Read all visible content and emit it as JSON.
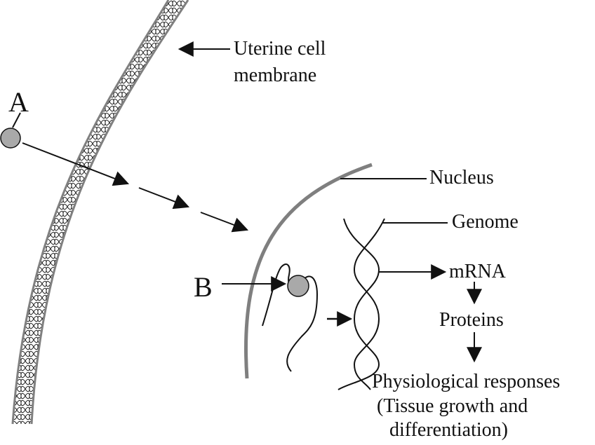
{
  "labels": {
    "a": "A",
    "b": "B",
    "membrane_line1": "Uterine cell",
    "membrane_line2": "membrane",
    "nucleus": "Nucleus",
    "genome": "Genome",
    "mrna": "mRNA",
    "proteins": "Proteins",
    "responses": "Physiological responses",
    "paren_line1": "(Tissue growth and",
    "paren_line2": "differentiation)"
  },
  "colors": {
    "ink": "#111111",
    "membrane_edge": "#808080",
    "nucleus_edge": "#7f7f7f",
    "hormone_fill": "#a9a9a9"
  }
}
